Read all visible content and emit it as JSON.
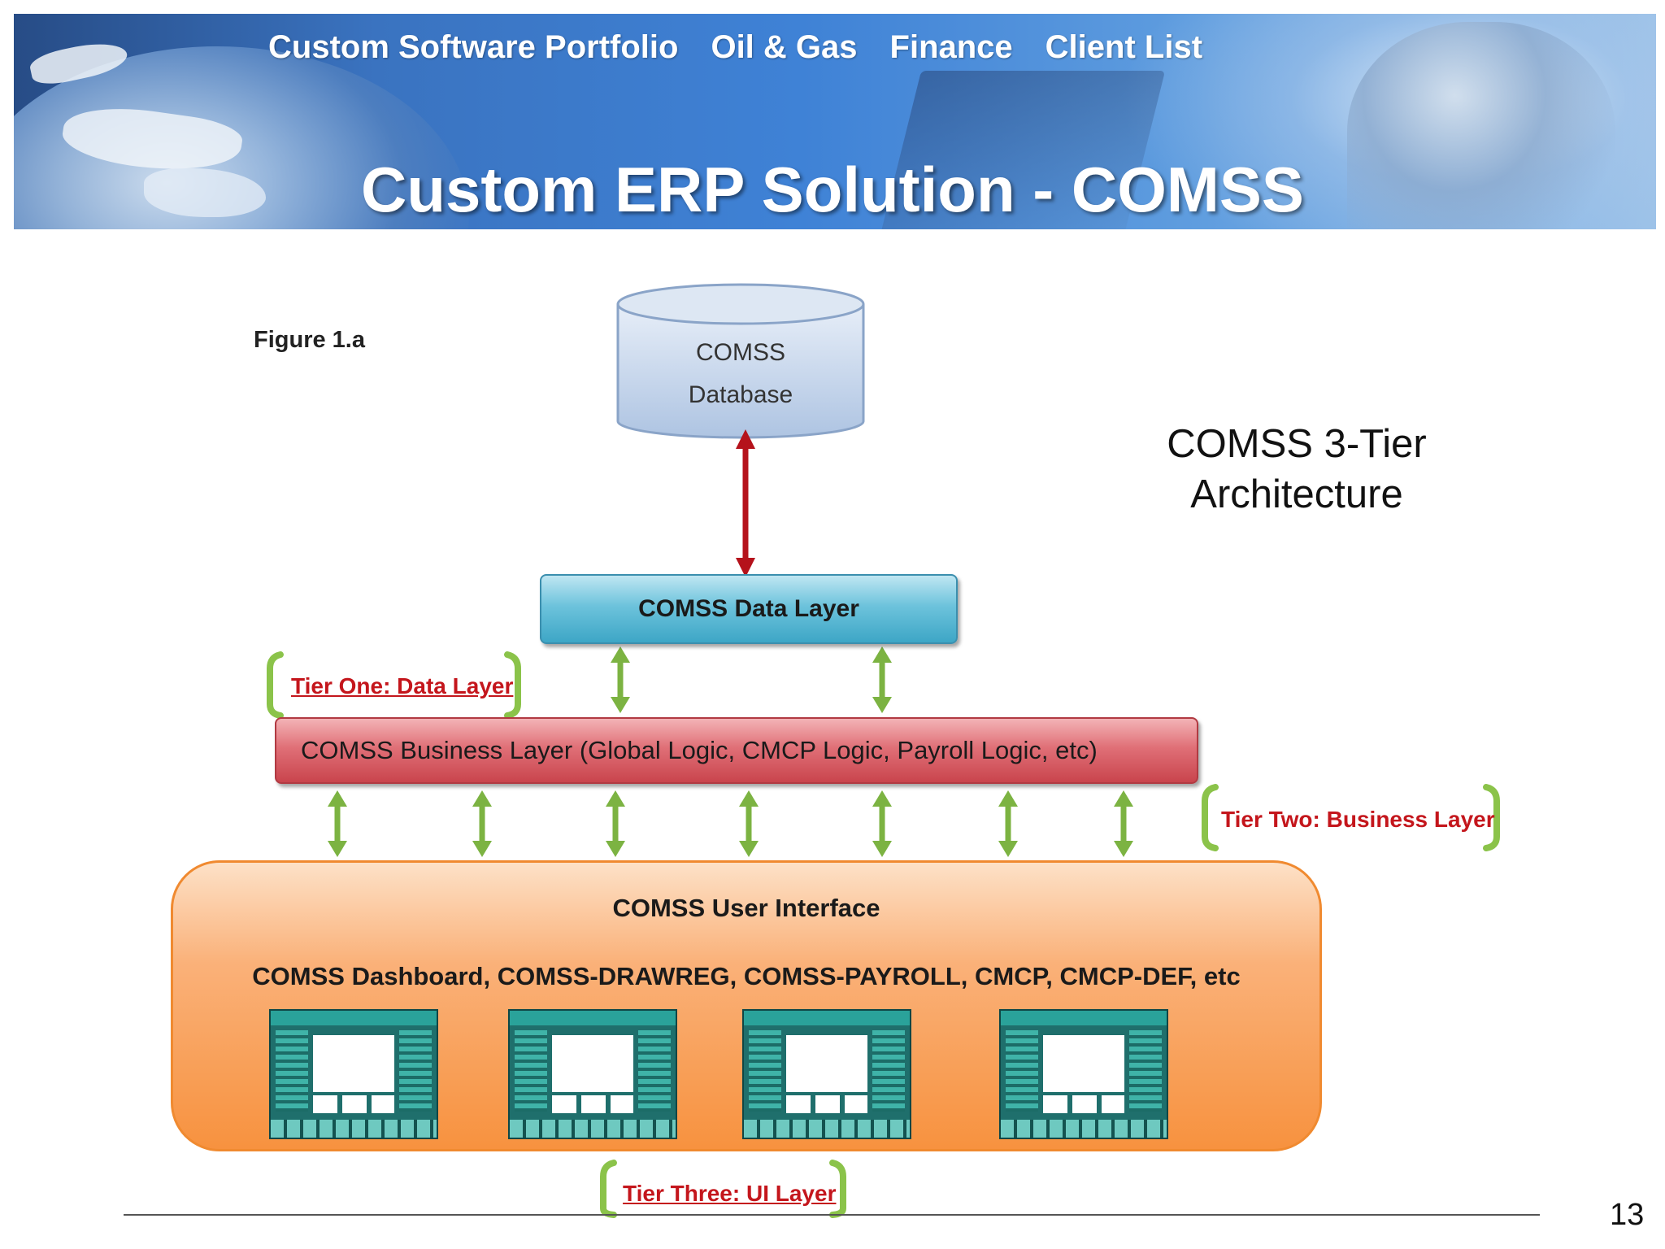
{
  "nav": {
    "items": [
      "Custom Software Portfolio",
      "Oil & Gas",
      "Finance",
      "Client List"
    ]
  },
  "slide": {
    "title": "Custom ERP Solution - COMSS",
    "page_number": "13"
  },
  "diagram": {
    "figure_label": "Figure 1.a",
    "caption": "COMSS 3-Tier Architecture",
    "database": {
      "line1": "COMSS",
      "line2": "Database"
    },
    "data_layer": "COMSS Data Layer",
    "business_layer": "COMSS Business Layer (Global Logic, CMCP Logic, Payroll Logic, etc)",
    "ui_layer": {
      "title": "COMSS User Interface",
      "apps": "COMSS Dashboard, COMSS-DRAWREG, COMSS-PAYROLL, CMCP, CMCP-DEF, etc"
    },
    "tiers": {
      "one": "Tier One: Data Layer",
      "two": "Tier Two: Business Layer",
      "three": "Tier Three: UI Layer"
    }
  },
  "colors": {
    "database_fill": "#c9d9ee",
    "data_layer": "#5bb8d6",
    "business_layer": "#d9575f",
    "ui_layer": "#f7a25a",
    "arrow_db": "#b5121b",
    "arrow_tier": "#7cb342",
    "tier_label": "#c4161c"
  }
}
